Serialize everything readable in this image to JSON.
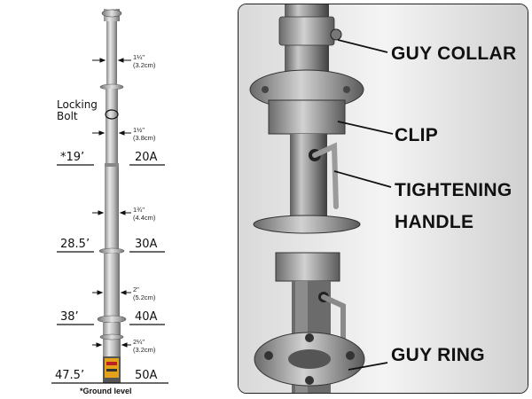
{
  "mast": {
    "locking_bolt": [
      "Locking",
      "Bolt"
    ],
    "dimensions": [
      {
        "frac": "1¼\"",
        "metric": "(3.2cm)"
      },
      {
        "frac": "1½\"",
        "metric": "(3.8cm)"
      },
      {
        "frac": "1¾\"",
        "metric": "(4.4cm)"
      },
      {
        "frac": "2\"",
        "metric": "(5.2cm)"
      },
      {
        "frac": "2¼\"",
        "metric": "(3.2cm)"
      }
    ],
    "levels": [
      {
        "height": "*19’",
        "amp": "20A"
      },
      {
        "height": "28.5’",
        "amp": "30A"
      },
      {
        "height": "38’",
        "amp": "40A"
      },
      {
        "height": "47.5’",
        "amp": "50A"
      }
    ],
    "footnote": "*Ground level"
  },
  "photo": {
    "callouts": [
      {
        "text": "GUY COLLAR"
      },
      {
        "text": "CLIP"
      },
      {
        "text": "TIGHTENING"
      },
      {
        "text": "HANDLE"
      },
      {
        "text": "GUY RING"
      }
    ]
  }
}
